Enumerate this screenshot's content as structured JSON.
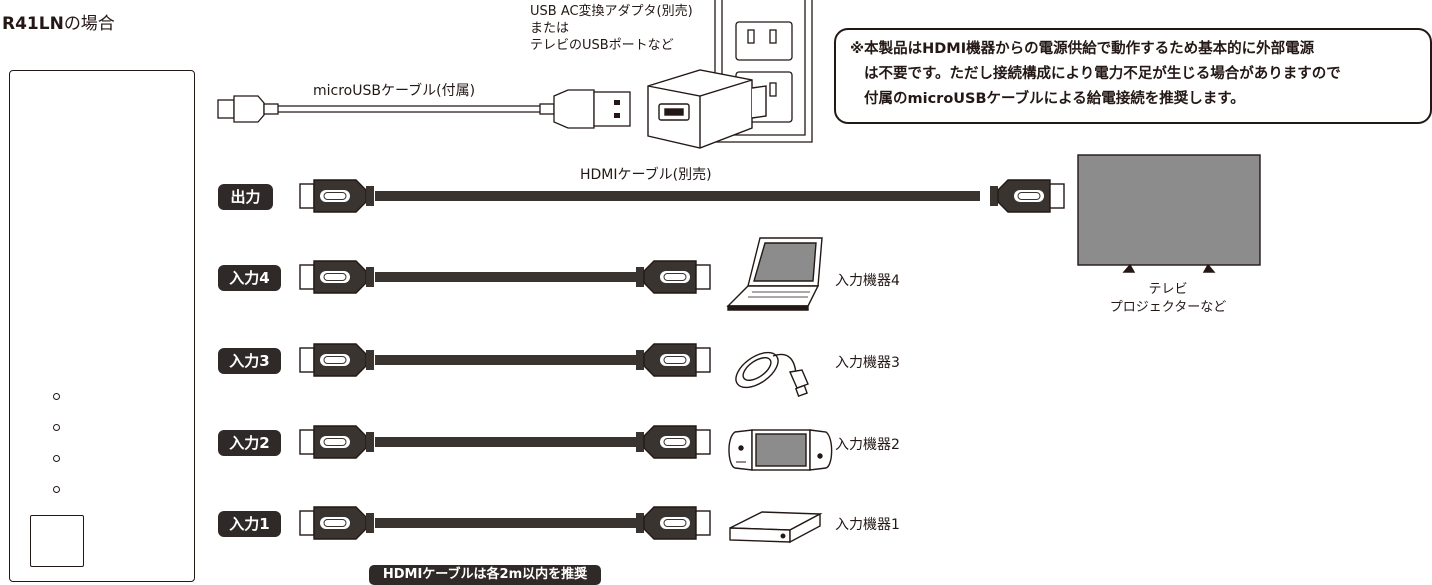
{
  "title": {
    "model": "R41LN",
    "suffix": "の場合"
  },
  "ports": {
    "output": "出力",
    "input4": "入力4",
    "input3": "入力3",
    "input2": "入力2",
    "input1": "入力1"
  },
  "devices": {
    "input4": "入力機器4",
    "input3": "入力機器3",
    "input2": "入力機器2",
    "input1": "入力機器1"
  },
  "cables": {
    "micro_usb": "microUSBケーブル(付属)",
    "hdmi_output": "HDMIケーブル(別売)"
  },
  "adapter_label": {
    "line1": "USB AC変換アダプタ(別売)",
    "line2": "または",
    "line3": "テレビのUSBポートなど"
  },
  "tv_label": {
    "line1": "テレビ",
    "line2": "プロジェクターなど"
  },
  "note": {
    "line1": "※本製品はHDMI機器からの電源供給で動作するため基本的に外部電源",
    "line2": "は不要です。ただし接続構成により電力不足が生じる場合がありますので",
    "line3": "付属のmicroUSBケーブルによる給電接続を推奨します。"
  },
  "bottom_note": "HDMIケーブルは各2m以内を推奨"
}
